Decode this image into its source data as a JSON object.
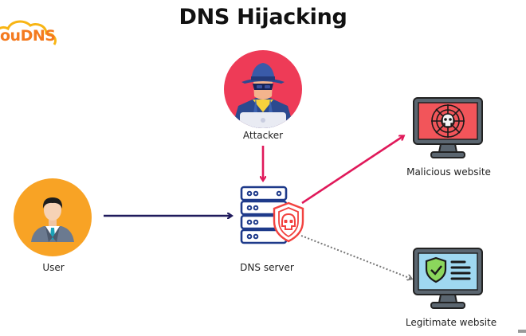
{
  "title": "DNS Hijacking",
  "logo": {
    "text": "ouDNS",
    "color": "#f47a1f",
    "icon": "cloud-icon"
  },
  "nodes": {
    "attacker": {
      "label": "Attacker",
      "icon": "hacker-icon",
      "circle_color": "#e83a55"
    },
    "user": {
      "label": "User",
      "icon": "businessman-icon",
      "circle_color": "#f8a325"
    },
    "dns_server": {
      "label": "DNS server",
      "icon": "server-stack-icon",
      "badge_icon": "skull-shield-icon"
    },
    "malicious_website": {
      "label": "Malicious website",
      "icon": "monitor-spiderweb-skull-icon",
      "screen_color": "#f2555a"
    },
    "legitimate_website": {
      "label": "Legitimate website",
      "icon": "monitor-shield-check-icon",
      "screen_color": "#9fd8f0"
    }
  },
  "edges": [
    {
      "from": "attacker",
      "to": "dns_server",
      "style": "solid",
      "color": "#e0195a"
    },
    {
      "from": "user",
      "to": "dns_server",
      "style": "solid",
      "color": "#1f1a5c"
    },
    {
      "from": "dns_server",
      "to": "malicious_website",
      "style": "solid",
      "color": "#e0195a"
    },
    {
      "from": "dns_server",
      "to": "legitimate_website",
      "style": "dotted",
      "color": "#777777"
    }
  ]
}
